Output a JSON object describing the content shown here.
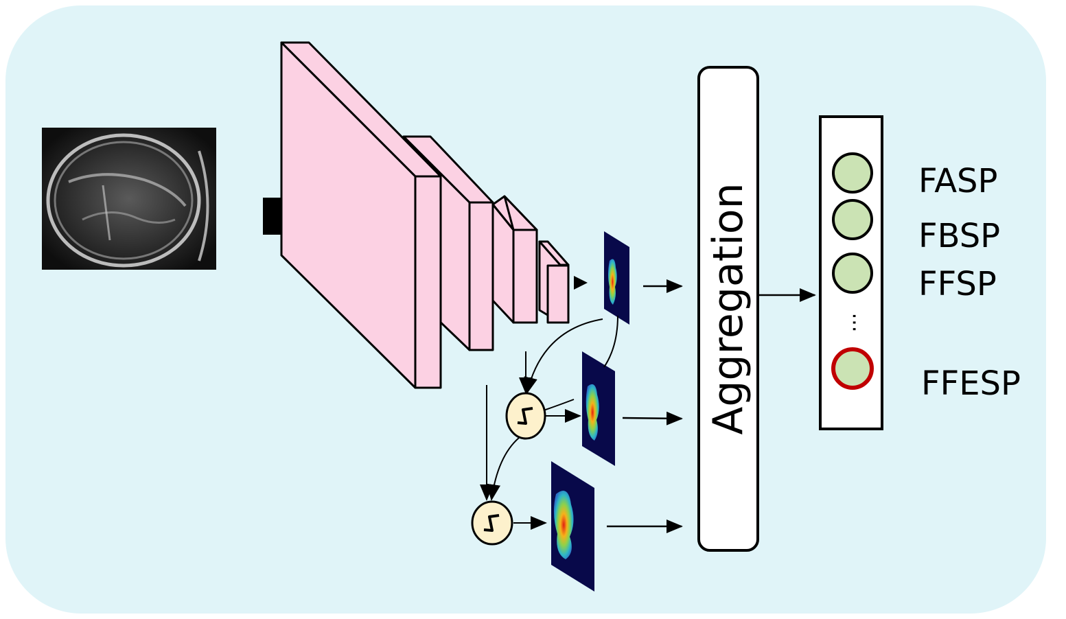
{
  "diagram": {
    "background_color": "#e0f4f8",
    "input_image": {
      "kind": "ultrasound-scan"
    },
    "encoder": {
      "block_color": "#fcd1e3",
      "stroke_color": "#000000"
    },
    "aggregation": {
      "label": "Aggregation"
    },
    "outputs": {
      "node_color": "#cbe3b4",
      "highlight_color": "#c00000",
      "ellipsis": "...",
      "labels": [
        "FASP",
        "FBSP",
        "FFSP",
        "FFESP"
      ]
    },
    "sigmoid_node": {
      "color": "#fdf1cc",
      "icon": "sigmoid-curve-icon"
    },
    "heatmap": {
      "background_color": "#08094a"
    }
  }
}
